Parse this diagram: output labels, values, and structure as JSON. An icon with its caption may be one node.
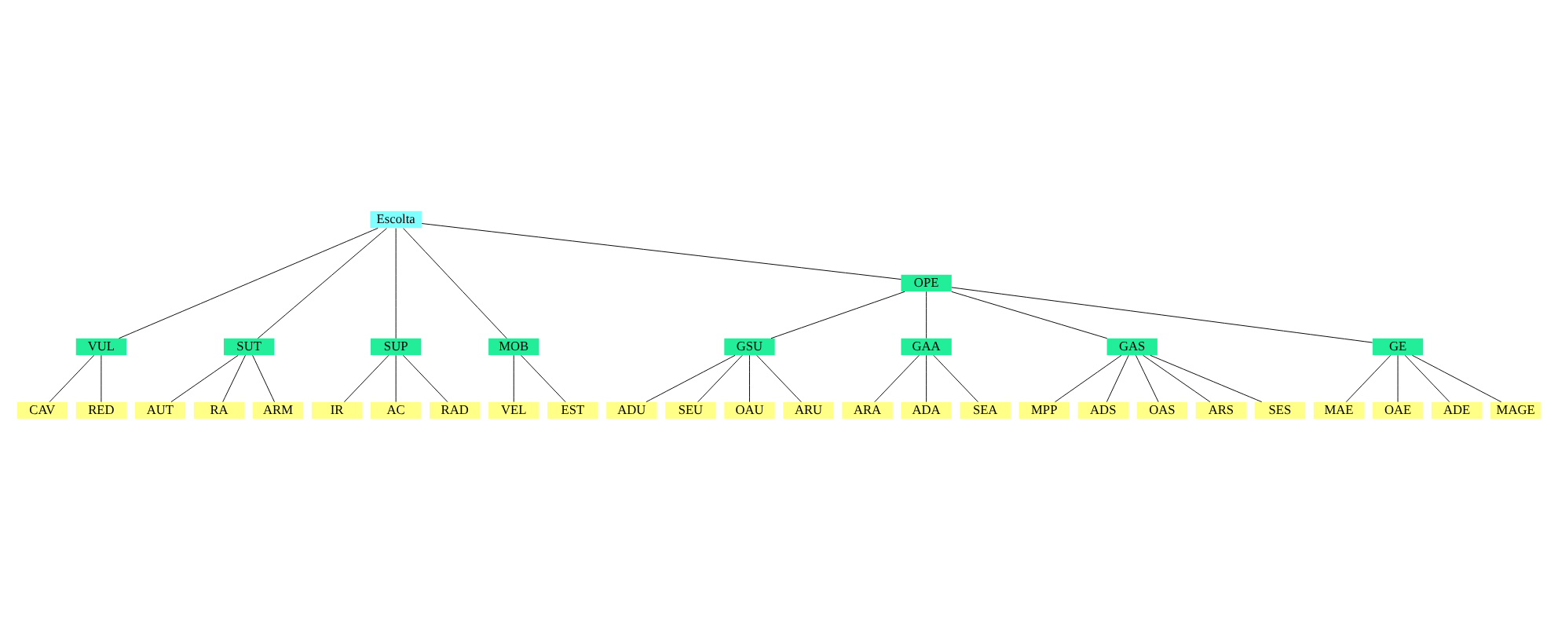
{
  "diagram": {
    "nodes": [
      {
        "text": [
          "Escolta"
        ]
      },
      {
        "text": [
          "VUL"
        ]
      },
      {
        "text": [
          "SUT"
        ]
      },
      {
        "text": [
          "SUP"
        ]
      },
      {
        "text": [
          "MOB"
        ]
      },
      {
        "text": [
          "OPE"
        ]
      },
      {
        "text": [
          "GSU"
        ]
      },
      {
        "text": [
          "GAA"
        ]
      },
      {
        "text": [
          "GAS"
        ]
      },
      {
        "text": [
          "GE"
        ]
      },
      {
        "text": [
          "CAV"
        ]
      },
      {
        "text": [
          "RED"
        ]
      },
      {
        "text": [
          "AUT"
        ]
      },
      {
        "text": [
          "RA"
        ]
      },
      {
        "text": [
          "ARM"
        ]
      },
      {
        "text": [
          "IR"
        ]
      },
      {
        "text": [
          "AC"
        ]
      },
      {
        "text": [
          "RAD"
        ]
      },
      {
        "text": [
          "VEL"
        ]
      },
      {
        "text": [
          "EST"
        ]
      },
      {
        "text": [
          "ADU"
        ]
      },
      {
        "text": [
          "SEU"
        ]
      },
      {
        "text": [
          "OAU"
        ]
      },
      {
        "text": [
          "ARU"
        ]
      },
      {
        "text": [
          "ARA"
        ]
      },
      {
        "text": [
          "ADA"
        ]
      },
      {
        "text": [
          "SEA"
        ]
      },
      {
        "text": [
          "MPP"
        ]
      },
      {
        "text": [
          "ADS"
        ]
      },
      {
        "text": [
          "OAS"
        ]
      },
      {
        "text": [
          "ARS"
        ]
      },
      {
        "text": [
          "SES"
        ]
      },
      {
        "text": [
          "MAE"
        ]
      },
      {
        "text": [
          "OAE"
        ]
      },
      {
        "text": [
          "ADE"
        ]
      },
      {
        "text": [
          "MAGE"
        ]
      }
    ],
    "edges": [
      {
        "from": 0,
        "to": 1,
        "arrow": "none"
      },
      {
        "from": 0,
        "to": 2,
        "arrow": "none"
      },
      {
        "from": 0,
        "to": 3,
        "arrow": "none"
      },
      {
        "from": 0,
        "to": 4,
        "arrow": "none"
      },
      {
        "from": 0,
        "to": 5,
        "arrow": "none"
      },
      {
        "from": 1,
        "to": 10,
        "arrow": "none"
      },
      {
        "from": 1,
        "to": 11,
        "arrow": "none"
      },
      {
        "from": 2,
        "to": 12,
        "arrow": "none"
      },
      {
        "from": 2,
        "to": 13,
        "arrow": "none"
      },
      {
        "from": 2,
        "to": 14,
        "arrow": "none"
      },
      {
        "from": 3,
        "to": 15,
        "arrow": "none"
      },
      {
        "from": 3,
        "to": 16,
        "arrow": "none"
      },
      {
        "from": 3,
        "to": 17,
        "arrow": "none"
      },
      {
        "from": 4,
        "to": 18,
        "arrow": "none"
      },
      {
        "from": 4,
        "to": 19,
        "arrow": "none"
      },
      {
        "from": 5,
        "to": 6,
        "arrow": "none"
      },
      {
        "from": 5,
        "to": 7,
        "arrow": "none"
      },
      {
        "from": 5,
        "to": 8,
        "arrow": "none"
      },
      {
        "from": 5,
        "to": 9,
        "arrow": "none"
      },
      {
        "from": 6,
        "to": 20,
        "arrow": "none"
      },
      {
        "from": 6,
        "to": 21,
        "arrow": "none"
      },
      {
        "from": 6,
        "to": 22,
        "arrow": "none"
      },
      {
        "from": 6,
        "to": 23,
        "arrow": "none"
      },
      {
        "from": 7,
        "to": 24,
        "arrow": "none"
      },
      {
        "from": 7,
        "to": 25,
        "arrow": "none"
      },
      {
        "from": 7,
        "to": 26,
        "arrow": "none"
      },
      {
        "from": 8,
        "to": 27,
        "arrow": "none"
      },
      {
        "from": 8,
        "to": 28,
        "arrow": "none"
      },
      {
        "from": 8,
        "to": 29,
        "arrow": "none"
      },
      {
        "from": 8,
        "to": 30,
        "arrow": "none"
      },
      {
        "from": 8,
        "to": 31,
        "arrow": "none"
      },
      {
        "from": 9,
        "to": 32,
        "arrow": "none"
      },
      {
        "from": 9,
        "to": 33,
        "arrow": "none"
      },
      {
        "from": 9,
        "to": 34,
        "arrow": "none"
      },
      {
        "from": 9,
        "to": 35,
        "arrow": "none"
      }
    ]
  }
}
